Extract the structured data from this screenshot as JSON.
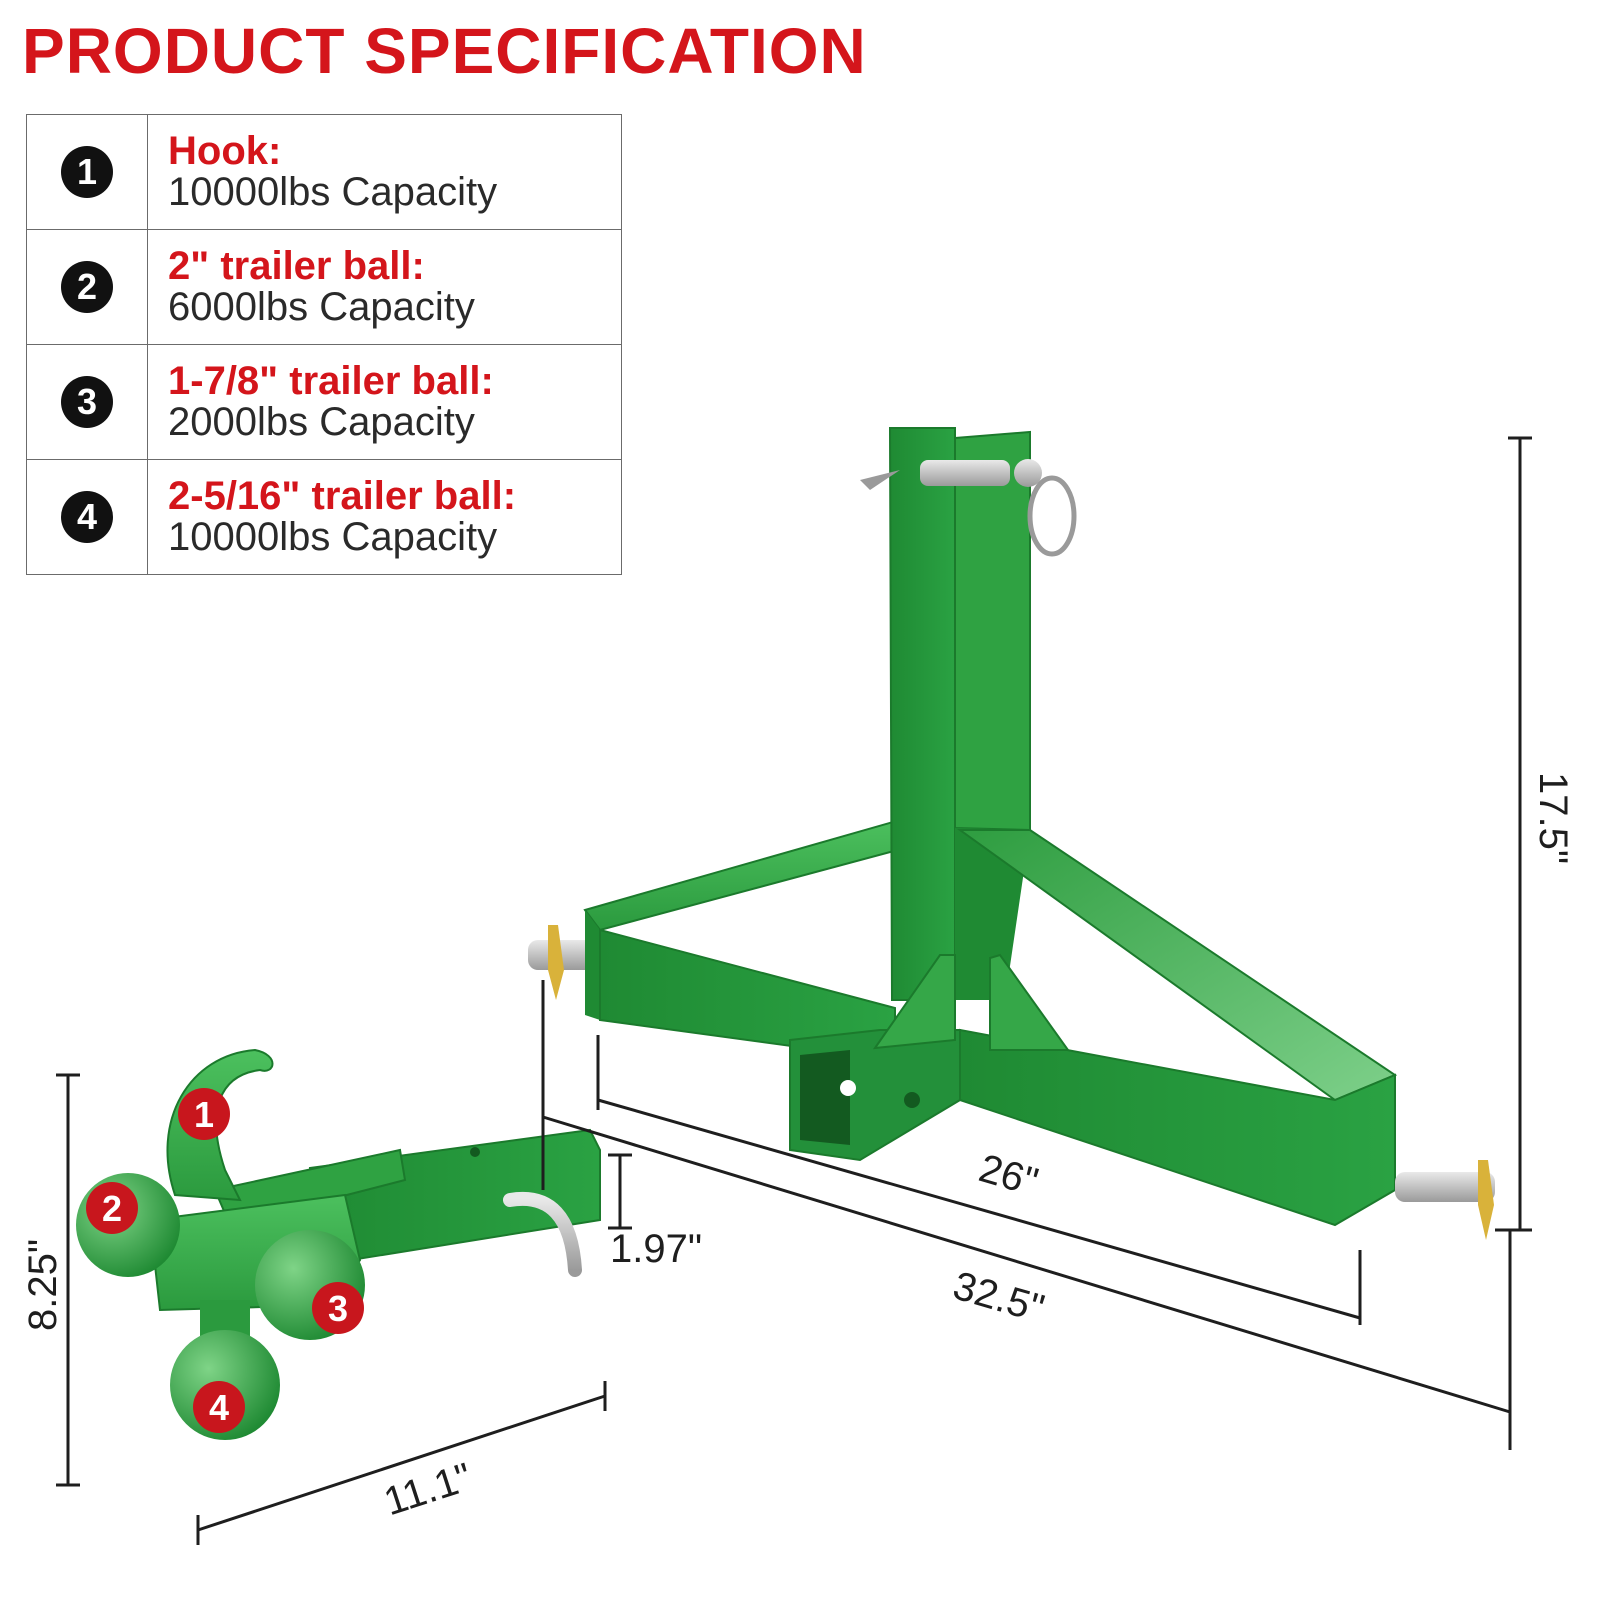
{
  "title": "PRODUCT SPECIFICATION",
  "specs": [
    {
      "number": "1",
      "name": "Hook:",
      "capacity": "10000lbs Capacity"
    },
    {
      "number": "2",
      "name": "2\" trailer ball:",
      "capacity": "6000lbs Capacity"
    },
    {
      "number": "3",
      "name": "1-7/8\" trailer ball:",
      "capacity": "2000lbs Capacity"
    },
    {
      "number": "4",
      "name": "2-5/16\" trailer ball:",
      "capacity": "10000lbs Capacity"
    }
  ],
  "dimensions": {
    "height_hitch": "17.5\"",
    "inner_width": "26\"",
    "outer_width": "32.5\"",
    "tube_size": "1.97\"",
    "ball_mount_height": "8.25\"",
    "ball_mount_length": "11.1\""
  },
  "callouts": [
    "1",
    "2",
    "3",
    "4"
  ],
  "colors": {
    "accent_red": "#d4151b",
    "frame_green": "#2c9a3e",
    "callout_red": "#c8161d"
  }
}
